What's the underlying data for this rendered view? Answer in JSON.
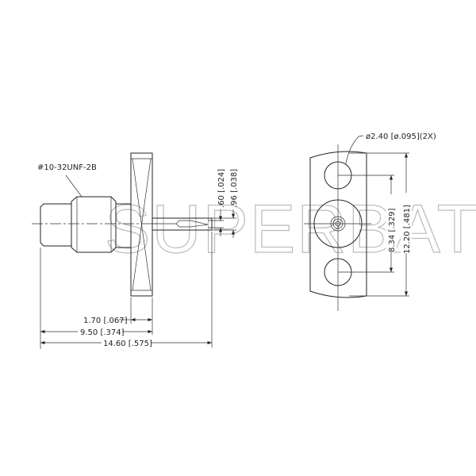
{
  "watermark": "SUPERBAT",
  "side_view": {
    "thread_label": "#10-32UNF-2B",
    "dim_flange": "1.70 [.067]",
    "dim_body": "9.50 [.374]",
    "dim_overall": "14.60 [.575]",
    "dim_pin_tip": ".60 [.024]",
    "dim_pin": ".96 [.038]"
  },
  "front_view": {
    "hole_label": "ø2.40 [ø.095](2X)",
    "dim_hole_spacing": "8.34 [.329]",
    "dim_flange_height": "12.20 [.481]"
  }
}
